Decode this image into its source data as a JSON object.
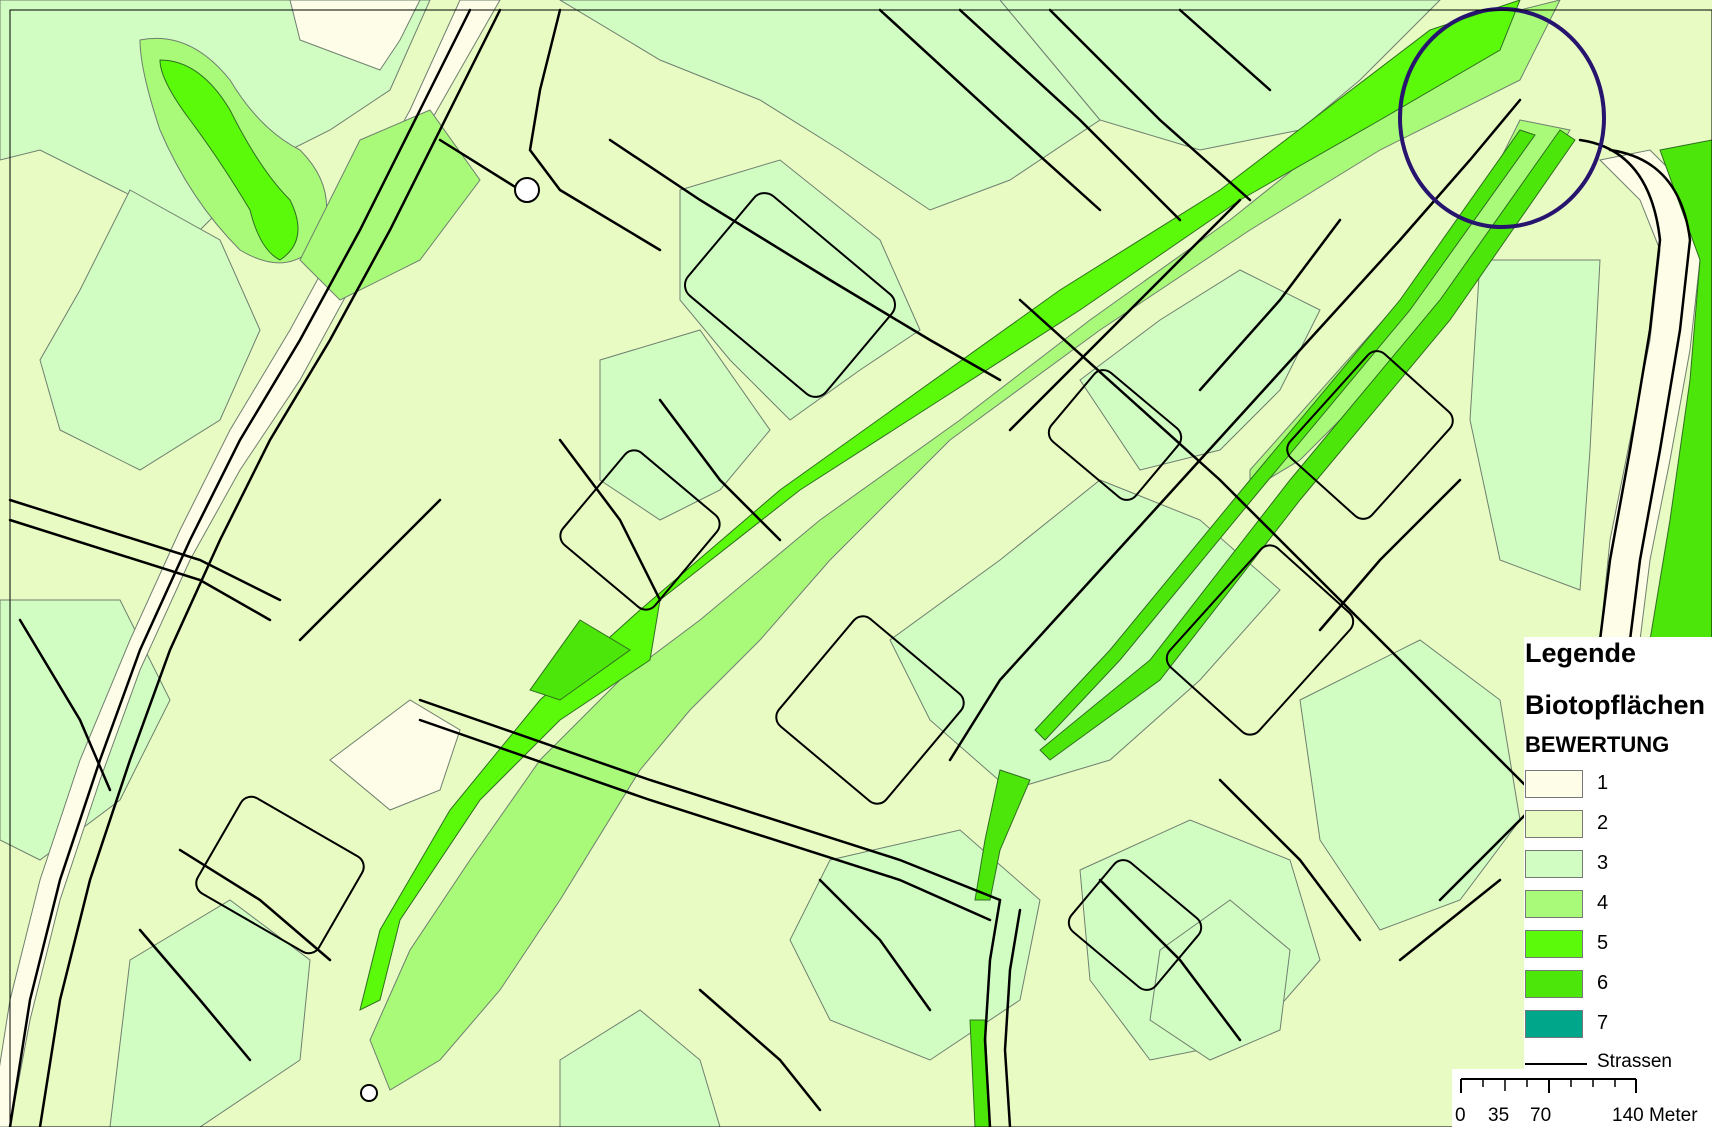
{
  "legend": {
    "title": "Legende",
    "subtitle": "Biotopflächen",
    "field": "BEWERTUNG",
    "classes": [
      {
        "label": "1",
        "color": "#fefde8"
      },
      {
        "label": "2",
        "color": "#e8fbc2"
      },
      {
        "label": "3",
        "color": "#d1fcc2"
      },
      {
        "label": "4",
        "color": "#a8fa78"
      },
      {
        "label": "5",
        "color": "#5afa0a"
      },
      {
        "label": "6",
        "color": "#4de60a"
      },
      {
        "label": "7",
        "color": "#00a68a"
      }
    ],
    "roads_label": "Strassen"
  },
  "scalebar": {
    "labels": [
      "0",
      "35",
      "70",
      "140 Meter"
    ]
  },
  "highlight": {
    "color": "#26146e"
  }
}
